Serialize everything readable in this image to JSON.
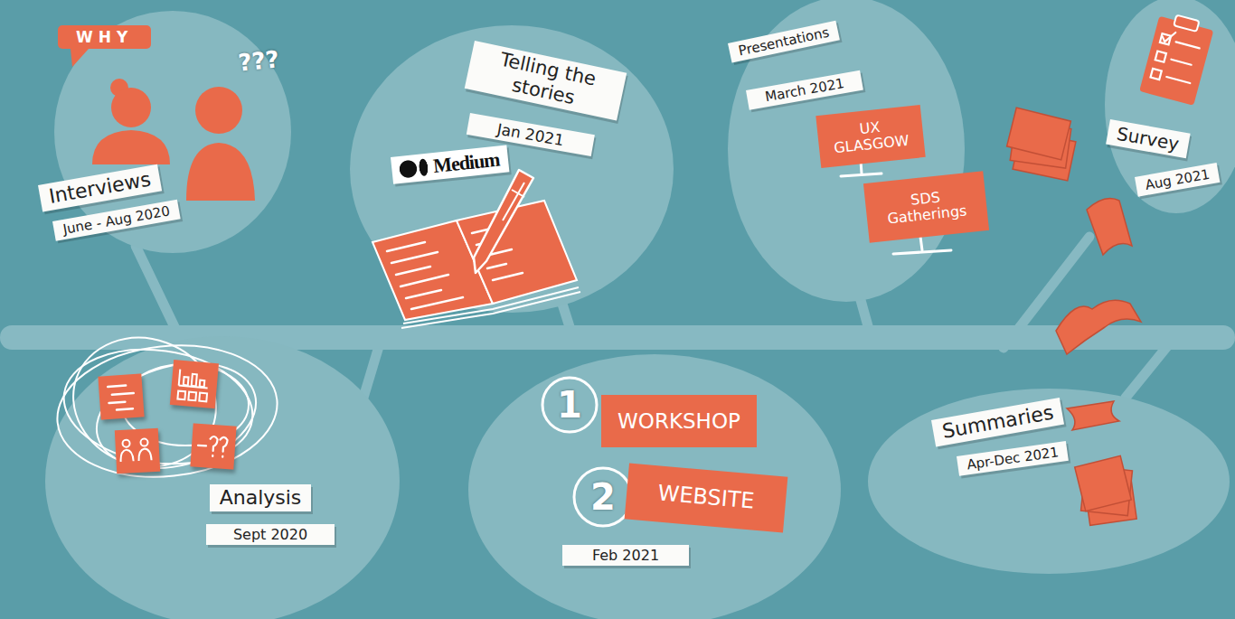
{
  "diagram": {
    "nodes": [
      {
        "text": [
          "WHY",
          "???",
          "Interviews",
          "June - Aug 2020"
        ]
      },
      {
        "text": [
          "Analysis",
          "Sept 2020"
        ]
      },
      {
        "text": [
          "Telling the stories",
          "Jan 2021",
          "Medium"
        ]
      },
      {
        "text": [
          "1",
          "2",
          "Feb 2021"
        ]
      },
      {
        "text": [
          "WORKSHOP"
        ],
        "in": 3
      },
      {
        "text": [
          "WEBSITE"
        ],
        "in": 3
      },
      {
        "text": [
          "Presentations",
          "March 2021"
        ]
      },
      {
        "text": [
          "UX GLASGOW"
        ],
        "in": 6
      },
      {
        "text": [
          "SDS Gatherings"
        ],
        "in": 6
      },
      {
        "text": [
          "Summaries",
          "Apr-Dec 2021"
        ]
      },
      {
        "text": [
          "Survey",
          "Aug 2021"
        ]
      }
    ]
  }
}
